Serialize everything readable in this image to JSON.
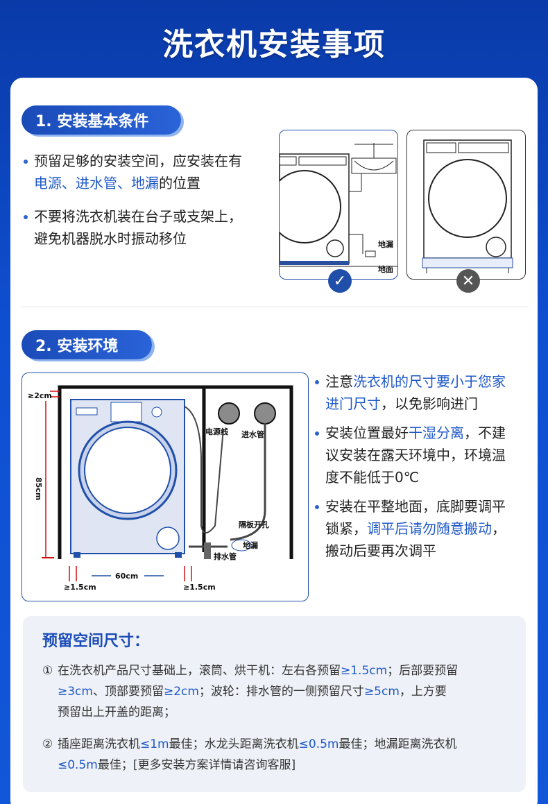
{
  "title": "洗衣机安装事项",
  "section1": {
    "badge": "1. 安装基本条件",
    "bullet1_a": "预留足够的安装空间，应安装在有",
    "bullet1_b_hl": "电源、进水管、地漏",
    "bullet1_b_rest": "的位置",
    "bullet2_a": "不要将洗衣机装在台子或支架上，",
    "bullet2_b": "避免机器脱水时振动移位",
    "diagram_labels": {
      "floor_drain": "地漏",
      "floor": "地面"
    },
    "ok_icon": "check-icon",
    "bad_icon": "cross-icon"
  },
  "section2": {
    "badge": "2. 安装环境",
    "b1_pre": "注意",
    "b1_hl": "洗衣机的尺寸要小于您家",
    "b1_hl2": "进门尺寸",
    "b1_rest": "，以免影响进门",
    "b2_pre": "安装位置最好",
    "b2_hl": "干湿分离",
    "b2_rest": "，不建",
    "b2_line2": "议安装在露天环境中，环境温",
    "b2_line3": "度不能低于0℃",
    "b3_line1": "安装在平整地面，底脚要调平",
    "b3_pre": "锁紧，",
    "b3_hl": "调平后请勿随意搬动",
    "b3_rest": "，",
    "b3_line3": "搬动后要再次调平",
    "diagram": {
      "top_gap": "≥2cm",
      "height": "85cm",
      "power_cord": "电源线",
      "inlet_hose": "进水管",
      "partition_hole": "隔板开孔",
      "floor_drain": "地漏",
      "drain_hose": "排水管",
      "width": "60cm",
      "side_gap_left": "≥1.5cm",
      "side_gap_right": "≥1.5cm"
    }
  },
  "note": {
    "title": "预留空间尺寸：",
    "item1_num": "①",
    "item1_l1_a": "在洗衣机产品尺寸基础上，滚筒、烘干机：左右各预留",
    "item1_l1_hl": "≥1.5cm",
    "item1_l1_b": "；后部要预留",
    "item1_l2_hl1": "≥3cm",
    "item1_l2_a": "、顶部要预留",
    "item1_l2_hl2": "≥2cm",
    "item1_l2_b": "；波轮：排水管的一侧预留尺寸",
    "item1_l2_hl3": "≥5cm",
    "item1_l2_c": "，上方要",
    "item1_l3": "预留出上开盖的距离；",
    "item2_num": "②",
    "item2_l1_a": "插座距离洗衣机",
    "item2_l1_hl1": "≤1m",
    "item2_l1_b": "最佳；水龙头距离洗衣机",
    "item2_l1_hl2": "≤0.5m",
    "item2_l1_c": "最佳；地漏距离洗衣机",
    "item2_l2_hl": "≤0.5m",
    "item2_l2_a": "最佳；[更多安装方案详情请咨询客服]"
  },
  "colors": {
    "brand": "#1a4bb8",
    "highlight": "#1e58c8",
    "ok": "#1f4fa8",
    "bad": "#555555"
  }
}
